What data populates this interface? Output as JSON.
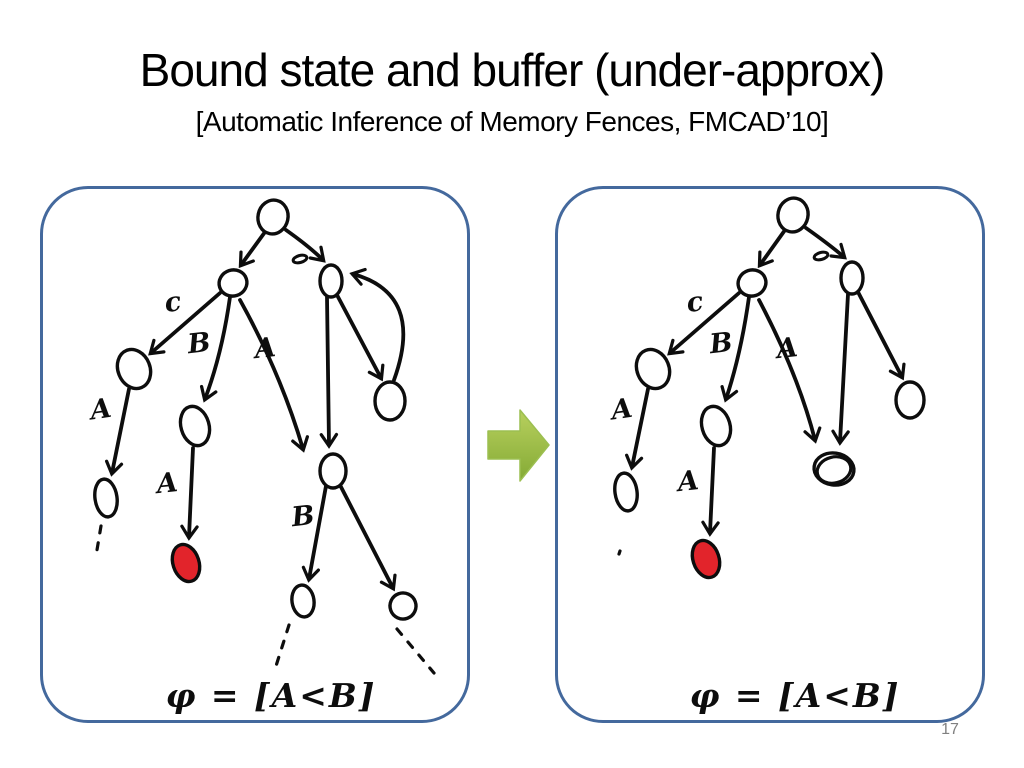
{
  "slide": {
    "title": "Bound state and buffer (under-approx)",
    "subtitle": "[Automatic Inference of Memory Fences, FMCAD’10]",
    "page_number": "17"
  },
  "colors": {
    "panel_border": "#44699d",
    "ink": "#0d0d0d",
    "red_node_fill": "#e2242b",
    "green_arrow_light": "#b8d05e",
    "green_arrow_dark": "#84aa35",
    "page_number_gray": "#808080"
  },
  "icons": {
    "transform_arrow": "right-block-arrow"
  },
  "left_panel": {
    "name": "state graph before merge",
    "labels": {
      "c": "c",
      "b_upper": "B",
      "a_long": "A",
      "a_left": "A",
      "a_mid": "A",
      "b_lower": "B"
    },
    "formula": "φ = [A<B]"
  },
  "right_panel": {
    "name": "state graph after merge",
    "labels": {
      "c": "c",
      "b_upper": "B",
      "a_long": "A",
      "a_left": "A",
      "a_mid": "A"
    },
    "formula": "φ = [A<B]"
  }
}
